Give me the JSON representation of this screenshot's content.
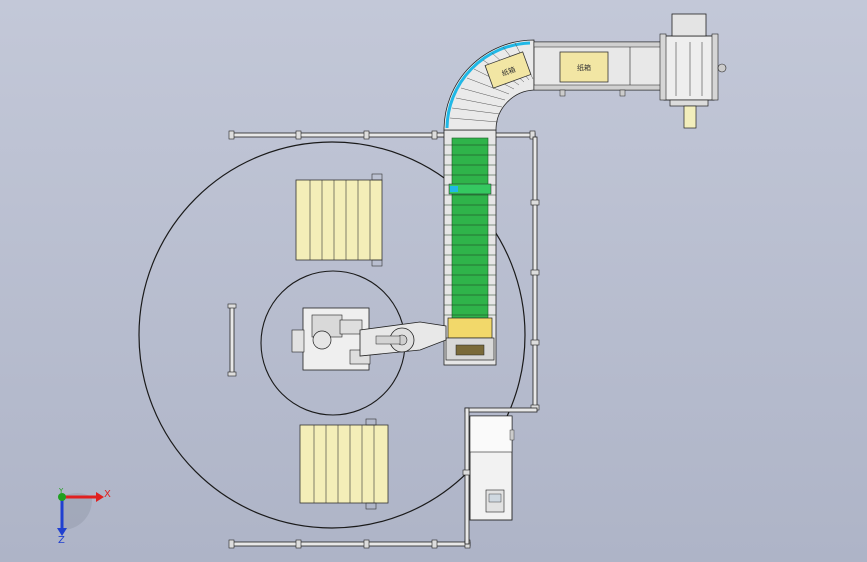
{
  "diagram": {
    "labels": {
      "box_left": "纸箱",
      "box_right": "纸箱"
    },
    "axis_triad": {
      "x_label": "X",
      "y_label": "Y",
      "z_label": "Z"
    }
  },
  "colors": {
    "background_top": "#c3c8d8",
    "background_bottom": "#aeb4c7",
    "pallet": "#f4eeb8",
    "conveyor_green": "#2fb34a",
    "box": "#f2e6a4",
    "guard_cyan": "#20b8e6",
    "axis_x": "#e02020",
    "axis_y": "#20a020",
    "axis_z": "#2040d0"
  }
}
